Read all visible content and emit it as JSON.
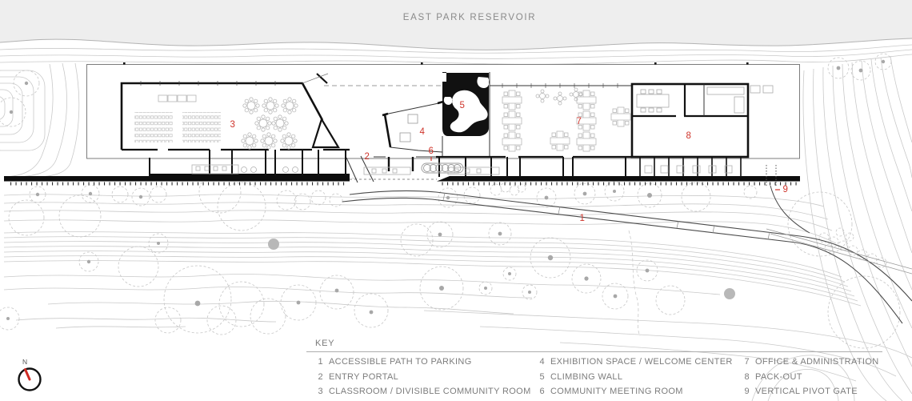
{
  "title": "EAST PARK RESERVOIR",
  "compass": {
    "label": "N"
  },
  "key": {
    "heading": "KEY",
    "items": [
      {
        "num": "1",
        "label": "ACCESSIBLE PATH TO PARKING"
      },
      {
        "num": "2",
        "label": "ENTRY PORTAL"
      },
      {
        "num": "3",
        "label": "CLASSROOM / DIVISIBLE COMMUNITY ROOM"
      },
      {
        "num": "4",
        "label": "EXHIBITION SPACE / WELCOME CENTER"
      },
      {
        "num": "5",
        "label": "CLIMBING WALL"
      },
      {
        "num": "6",
        "label": "COMMUNITY MEETING ROOM"
      },
      {
        "num": "7",
        "label": "OFFICE & ADMINISTRATION"
      },
      {
        "num": "8",
        "label": "PACK-OUT"
      },
      {
        "num": "9",
        "label": "VERTICAL PIVOT GATE"
      }
    ]
  },
  "plan_labels": [
    "1",
    "2",
    "3",
    "4",
    "5",
    "6",
    "7",
    "8",
    "9"
  ],
  "colors": {
    "accent_red": "#cf342b",
    "text_gray": "#7c7c7c",
    "contour_gray": "#c9c9c9",
    "reservoir_fill": "#eeeeee",
    "wall_black": "#111111"
  }
}
